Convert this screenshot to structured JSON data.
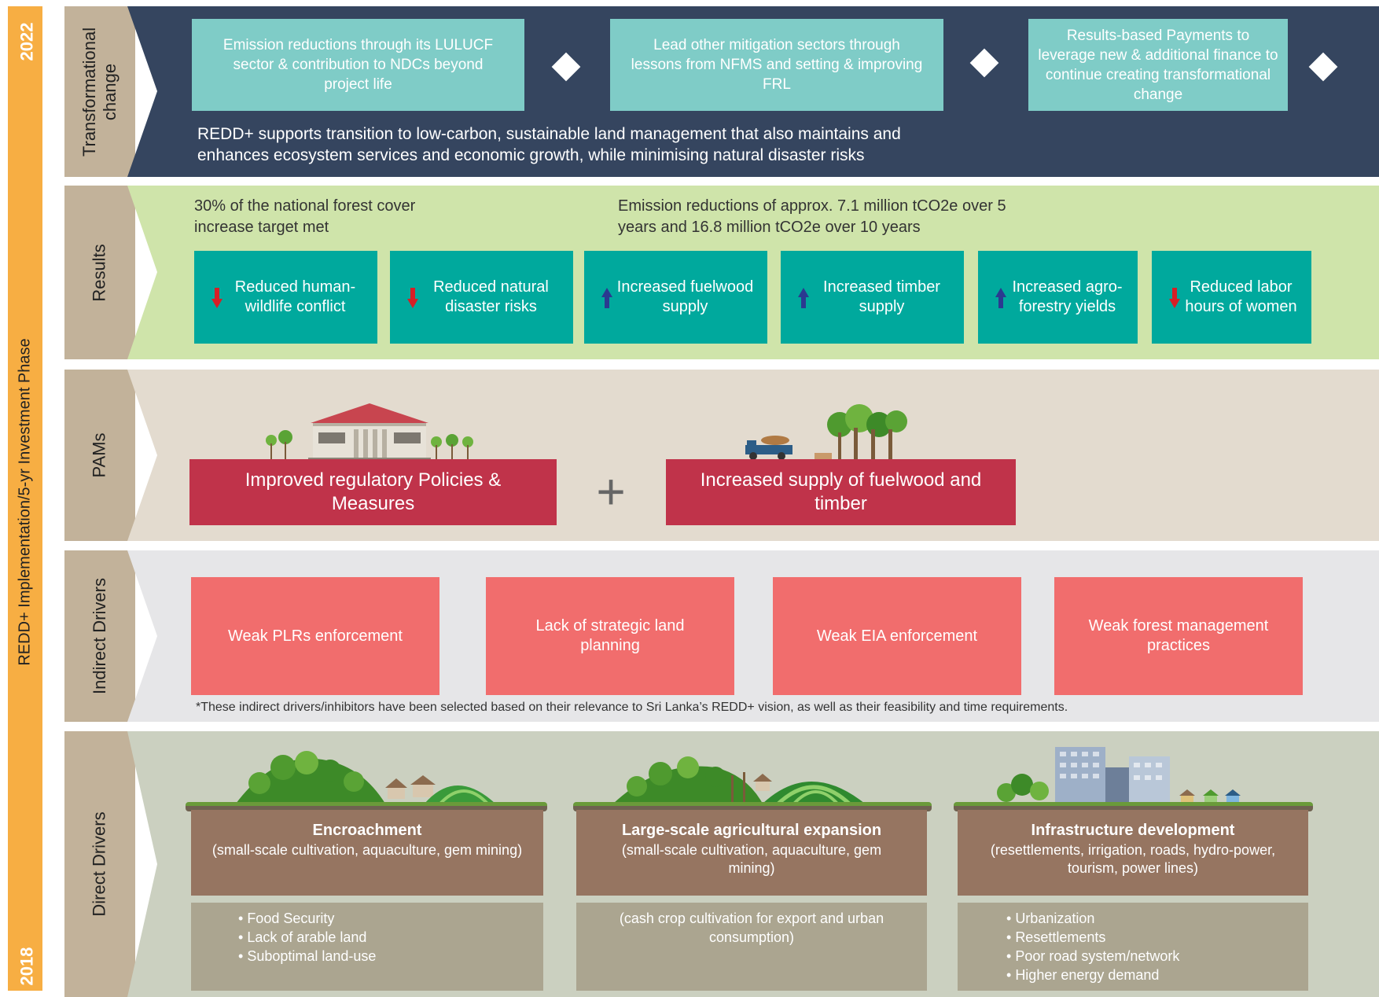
{
  "timeline": {
    "label": "REDD+ Implementation/5-yr Investment Phase",
    "start_year": "2018",
    "end_year": "2022",
    "color": "#f7ae43"
  },
  "rows": {
    "transformational": {
      "label": "Transformational change",
      "boxes": [
        "Emission reductions through its LULUCF sector & contribution to NDCs beyond project life",
        "Lead other mitigation sectors through lessons from NFMS  and setting & improving FRL",
        "Results-based Payments to leverage new & additional finance to continue creating transformational change"
      ],
      "statement": "REDD+ supports transition to low-carbon, sustainable land management that also maintains and enhances ecosystem services and economic growth, while minimising natural disaster risks"
    },
    "results": {
      "label": "Results",
      "text_left": "30% of  the national forest cover increase target met",
      "text_right": "Emission reductions of approx. 7.1 million tCO2e over 5 years and 16.8 million tCO2e over 10 years",
      "boxes": [
        {
          "text": "Reduced human-wildlife conflict",
          "direction": "down"
        },
        {
          "text": "Reduced natural disaster risks",
          "direction": "down"
        },
        {
          "text": "Increased fuelwood supply",
          "direction": "up"
        },
        {
          "text": "Increased timber supply",
          "direction": "up"
        },
        {
          "text": "Increased agro-forestry yields",
          "direction": "up"
        },
        {
          "text": "Reduced labor hours of women",
          "direction": "down"
        }
      ]
    },
    "pams": {
      "label": "PAMs",
      "box_left": "Improved regulatory Policies &  Measures",
      "plus": "+",
      "box_right": "Increased supply of fuelwood and timber"
    },
    "indirect": {
      "label": "Indirect Drivers",
      "boxes": [
        "Weak PLRs enforcement",
        "Lack of strategic land planning",
        "Weak EIA enforcement",
        "Weak forest management practices"
      ],
      "note": "*These indirect drivers/inhibitors have been selected based on their relevance to Sri Lanka’s REDD+ vision, as well as their feasibility and time requirements."
    },
    "direct": {
      "label": "Direct Drivers",
      "items": [
        {
          "title": "Encroachment",
          "subtitle": "(small-scale cultivation, aquaculture, gem mining)",
          "bullets": [
            "Food Security",
            "Lack of arable land",
            "Suboptimal land-use"
          ],
          "note": ""
        },
        {
          "title": "Large-scale agricultural expansion",
          "subtitle": "(small-scale cultivation, aquaculture, gem mining)",
          "bullets": [],
          "note": "(cash crop cultivation for export and urban consumption)"
        },
        {
          "title": "Infrastructure development",
          "subtitle": "(resettlements, irrigation, roads, hydro-power, tourism, power lines)",
          "bullets": [
            "Urbanization",
            "Resettlements",
            "Poor road system/network",
            "Higher energy demand"
          ],
          "note": ""
        }
      ]
    }
  },
  "colors": {
    "transformational_band": "#35455f",
    "results_band": "#cfe4aa",
    "pams_band": "#e3dbcf",
    "indirect_band": "#e6e6e8",
    "direct_band": "#cbd0c0",
    "tab": "#c2b29a",
    "teal_box": "#00a99d",
    "light_teal_box": "#7fccc7",
    "pams_box": "#c0334a",
    "indirect_box": "#f16d6d",
    "arrow_up": "#2b3990",
    "arrow_down": "#d71f26"
  },
  "icons": {
    "results_arrows": [
      "arrow-down-icon",
      "arrow-up-icon"
    ],
    "pams_left": "government-building-icon",
    "pams_right": "timber-truck-trees-icon",
    "direct": [
      "forest-village-icon",
      "farm-fields-icon",
      "city-buildings-icon"
    ]
  }
}
